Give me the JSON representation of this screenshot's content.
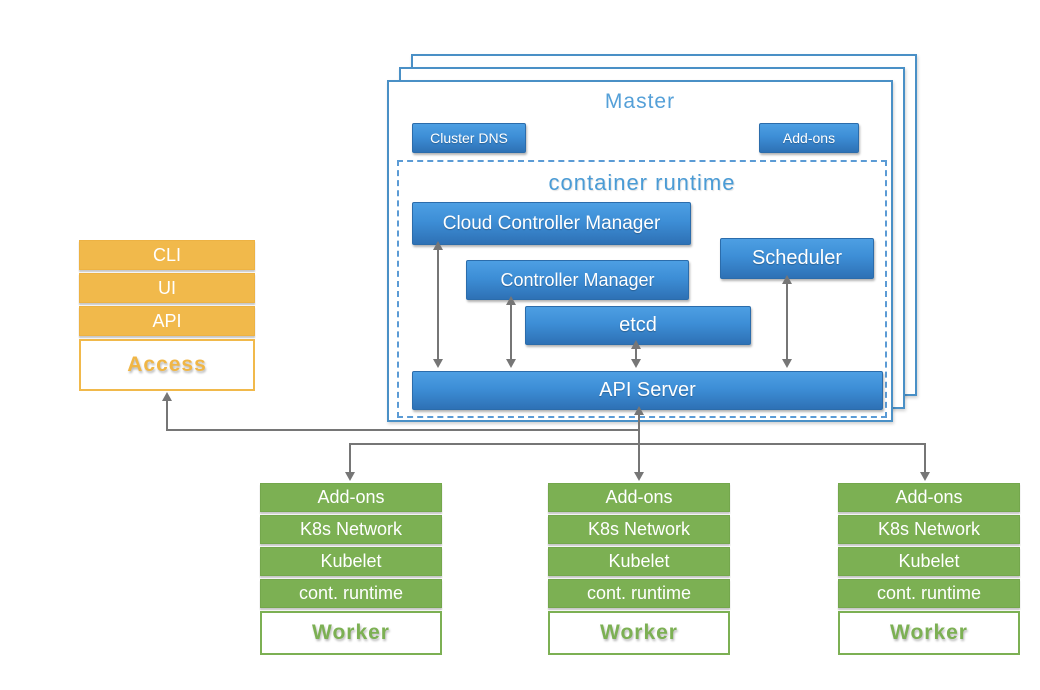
{
  "master": {
    "title": "Master",
    "buttons": [
      {
        "label": "Cluster DNS"
      },
      {
        "label": "Add-ons"
      }
    ],
    "runtime": {
      "title": "container runtime",
      "components": {
        "cloud_controller_manager": "Cloud Controller Manager",
        "controller_manager": "Controller Manager",
        "scheduler": "Scheduler",
        "etcd": "etcd",
        "api_server": "API Server"
      }
    }
  },
  "access": {
    "items": [
      "CLI",
      "UI",
      "API"
    ],
    "label": "Access"
  },
  "workers": [
    {
      "items": [
        "Add-ons",
        "K8s Network",
        "Kubelet",
        "cont. runtime"
      ],
      "label": "Worker"
    },
    {
      "items": [
        "Add-ons",
        "K8s Network",
        "Kubelet",
        "cont. runtime"
      ],
      "label": "Worker"
    },
    {
      "items": [
        "Add-ons",
        "K8s Network",
        "Kubelet",
        "cont. runtime"
      ],
      "label": "Worker"
    }
  ],
  "colors": {
    "blue_box_top": "#4d9fe3",
    "blue_box_bottom": "#2e71b5",
    "blue_border": "#4a90c6",
    "blue_title_text": "#55a0d8",
    "orange": "#f1b94b",
    "green": "#7cb053",
    "arrow_gray": "#767676",
    "box_text": "#ffffff"
  }
}
